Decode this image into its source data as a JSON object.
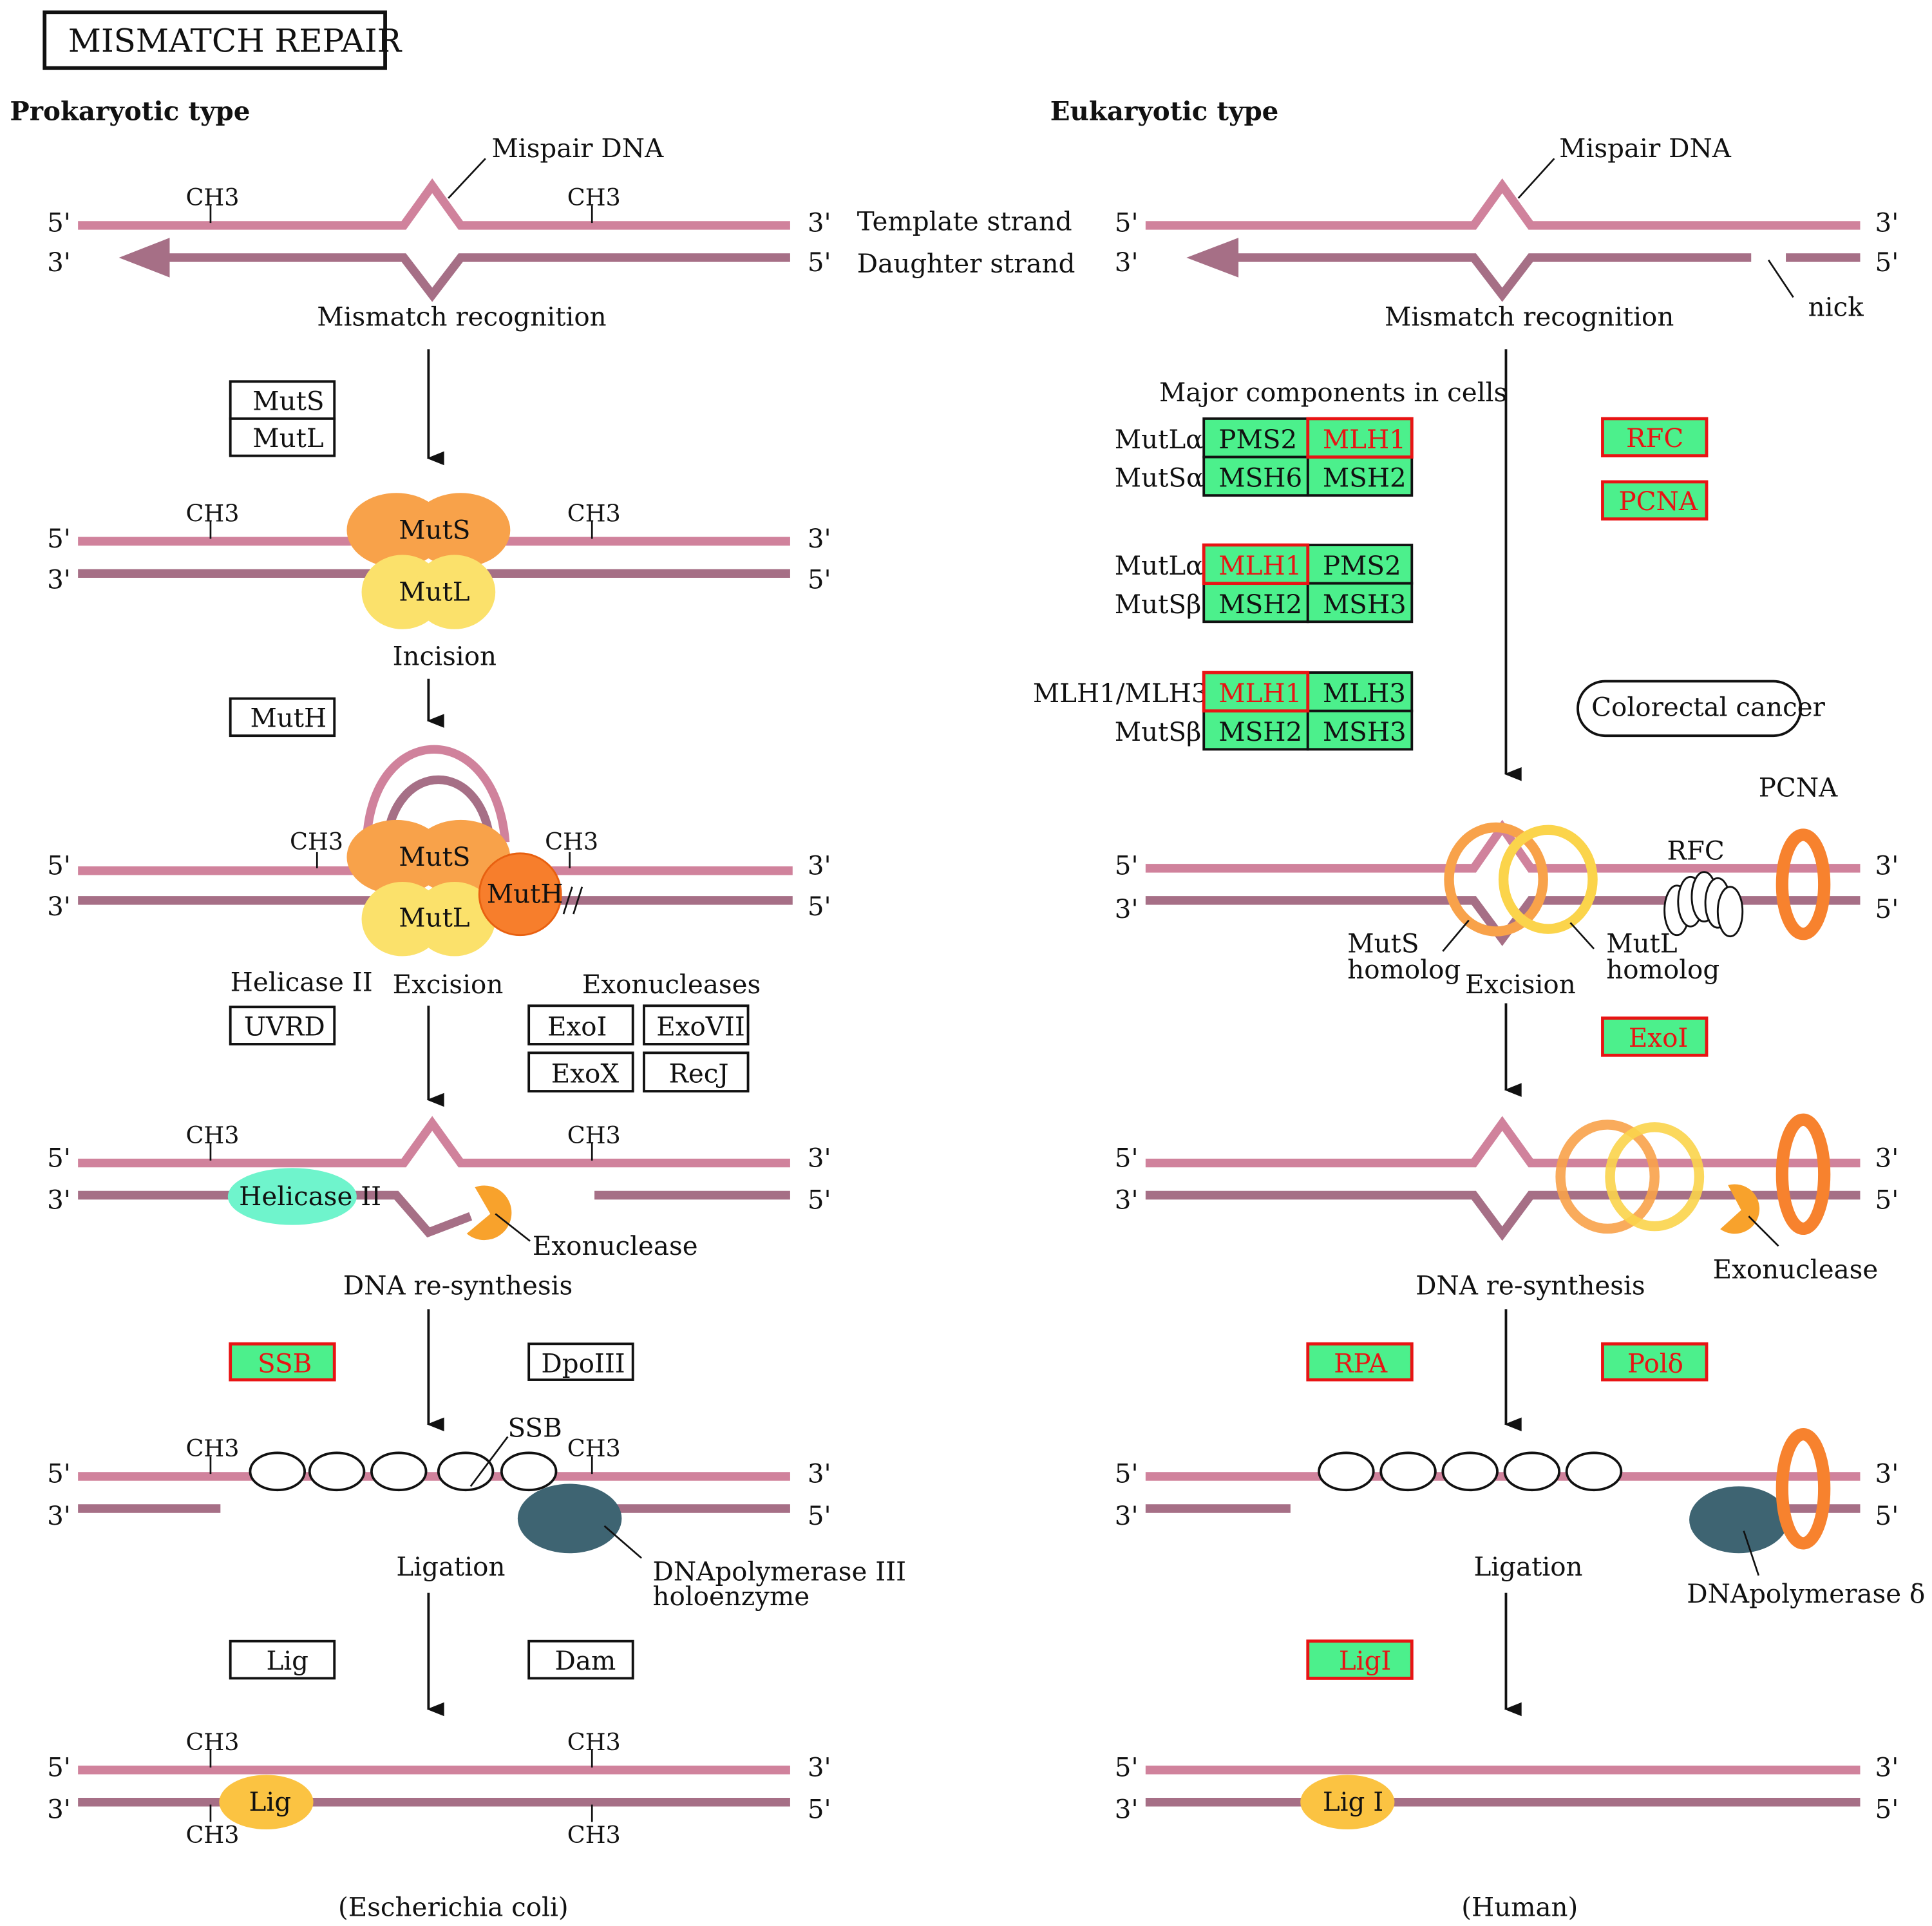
{
  "title": "MISMATCH REPAIR",
  "colors": {
    "template_strand": "#d0829c",
    "daughter_strand": "#a66f86",
    "muts": "#f8a24a",
    "mutl": "#fbe16b",
    "muth": "#f77e2c",
    "helicase": "#6ff4cc",
    "exonuclease": "#f8a22c",
    "polymerase": "#3e6472",
    "pcna": "#f7822e",
    "ligase": "#fbc342",
    "highlight_fill": "#4cf08c",
    "highlight_border": "#e81414"
  },
  "ends": {
    "five": "5'",
    "three": "3'"
  },
  "methyl": "CH3",
  "prokaryotic": {
    "heading": "Prokaryotic type",
    "organism": "(Escherichia coli)",
    "mispair_label": "Mispair DNA",
    "template_label": "Template strand",
    "daughter_label": "Daughter strand",
    "steps": {
      "recognition": "Mismatch recognition",
      "incision": "Incision",
      "excision": "Excision",
      "resynthesis": "DNA re-synthesis",
      "ligation": "Ligation"
    },
    "genes": {
      "muts": "MutS",
      "mutl": "MutL",
      "muth": "MutH",
      "helicase_heading": "Helicase II",
      "uvrd": "UVRD",
      "exonucleases_heading": "Exonucleases",
      "exoi": "ExoI",
      "exovii": "ExoVII",
      "exox": "ExoX",
      "recj": "RecJ",
      "ssb": "SSB",
      "dpoliii": "DpoIII",
      "lig": "Lig",
      "dam": "Dam"
    },
    "molecules": {
      "muts": "MutS",
      "mutl": "MutL",
      "muth": "MutH",
      "helicase": "Helicase II",
      "exonuclease": "Exonuclease",
      "ssb": "SSB",
      "polymerase_line1": "DNApolymerase III",
      "polymerase_line2": "holoenzyme",
      "lig": "Lig"
    }
  },
  "eukaryotic": {
    "heading": "Eukaryotic type",
    "organism": "(Human)",
    "mispair_label": "Mispair DNA",
    "nick_label": "nick",
    "steps": {
      "recognition": "Mismatch recognition",
      "excision": "Excision",
      "resynthesis": "DNA re-synthesis",
      "ligation": "Ligation"
    },
    "components_heading": "Major components in cells",
    "complex_tables": [
      {
        "rows": [
          {
            "label": "MutLα",
            "cells": [
              {
                "name": "PMS2",
                "highlight": false
              },
              {
                "name": "MLH1",
                "highlight": true
              }
            ]
          },
          {
            "label": "MutSα",
            "cells": [
              {
                "name": "MSH6",
                "highlight": false
              },
              {
                "name": "MSH2",
                "highlight": false
              }
            ]
          }
        ]
      },
      {
        "rows": [
          {
            "label": "MutLα",
            "cells": [
              {
                "name": "MLH1",
                "highlight": true
              },
              {
                "name": "PMS2",
                "highlight": false
              }
            ]
          },
          {
            "label": "MutSβ",
            "cells": [
              {
                "name": "MSH2",
                "highlight": false
              },
              {
                "name": "MSH3",
                "highlight": false
              }
            ]
          }
        ]
      },
      {
        "rows": [
          {
            "label": "MLH1/MLH3",
            "cells": [
              {
                "name": "MLH1",
                "highlight": true
              },
              {
                "name": "MLH3",
                "highlight": false
              }
            ]
          },
          {
            "label": "MutSβ",
            "cells": [
              {
                "name": "MSH2",
                "highlight": false
              },
              {
                "name": "MSH3",
                "highlight": false
              }
            ]
          }
        ]
      }
    ],
    "genes": {
      "rfc": "RFC",
      "pcna": "PCNA",
      "exoi": "ExoI",
      "rpa": "RPA",
      "pold": "Polδ",
      "ligi": "LigI"
    },
    "disease_link": "Colorectal cancer",
    "molecules": {
      "muts_line1": "MutS",
      "muts_line2": "homolog",
      "mutl_line1": "MutL",
      "mutl_line2": "homolog",
      "rfc": "RFC",
      "pcna": "PCNA",
      "exonuclease": "Exonuclease",
      "polymerase": "DNApolymerase δ",
      "ligi": "Lig I"
    }
  }
}
